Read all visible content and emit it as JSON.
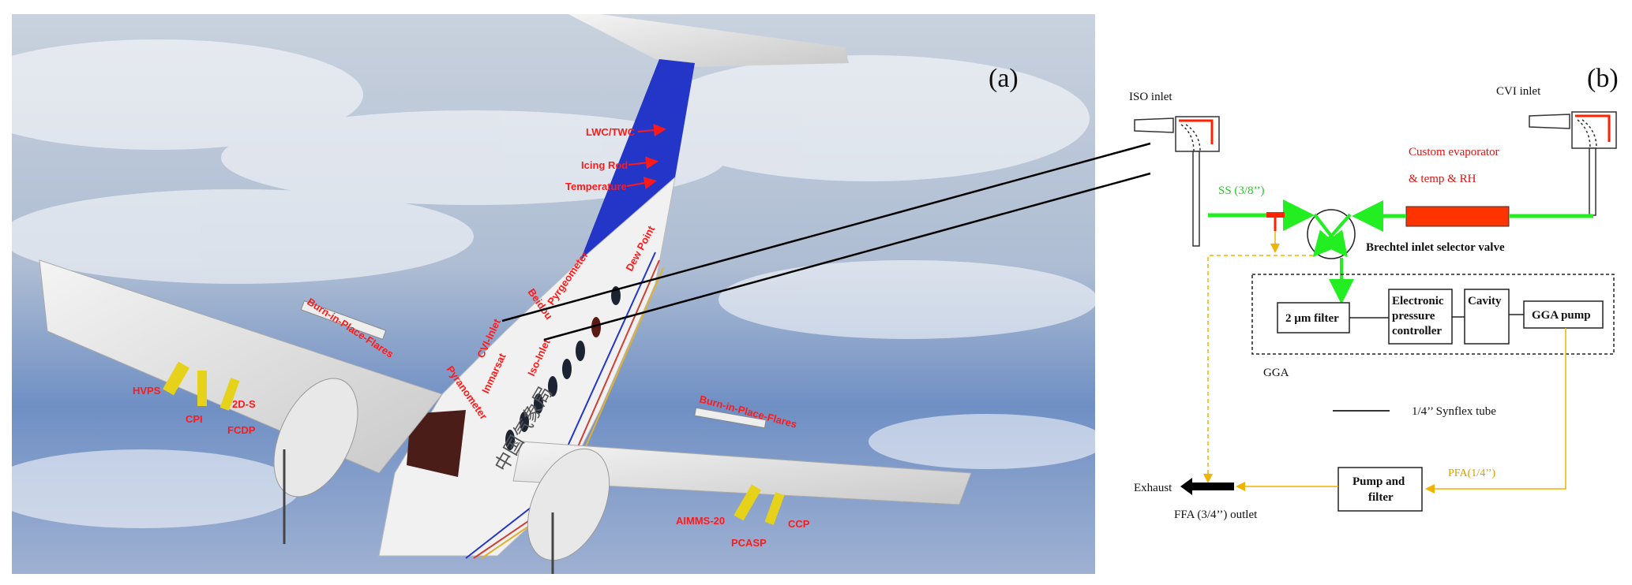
{
  "panel_a": {
    "label": "(a)",
    "aircraft_livery_text": "中国气象局",
    "instruments": {
      "lwc_twc": "LWC/TWC",
      "icing_rod": "Icing Rod",
      "temperature": "Temperature",
      "dew_point": "Dew Point",
      "pyrgeometer": "Pyrgeometer",
      "beidou": "Beidou",
      "cvi_inlet": "CVI-Inlet",
      "iso_inlet": "Iso-Inlet",
      "inmarsat": "Inmarsat",
      "pyranometer": "Pyranometer",
      "flares_left": "Burn-in-Place-Flares",
      "flares_right": "Burn-in-Place-Flares",
      "hvps": "HVPS",
      "two_ds": "2D-S",
      "cpi": "CPI",
      "fcdp": "FCDP",
      "aimms": "AIMMS-20",
      "ccp": "CCP",
      "pcasp": "PCASP"
    }
  },
  "panel_b": {
    "label": "(b)",
    "iso_inlet": "ISO inlet",
    "cvi_inlet": "CVI inlet",
    "evaporator_line1": "Custom evaporator",
    "evaporator_line2": "& temp & RH",
    "ss_tube": "SS (3/8’’)",
    "valve": "Brechtel inlet selector valve",
    "filter": "2 µm filter",
    "epc_line1": "Electronic",
    "epc_line2": "pressure",
    "epc_line3": "controller",
    "cavity": "Cavity",
    "gga_pump": "GGA pump",
    "gga": "GGA",
    "legend_synflex": "1/4’’ Synflex tube",
    "exhaust": "Exhaust",
    "pump_filter_line1": "Pump and",
    "pump_filter_line2": "filter",
    "pfa": "PFA(1/4’’)",
    "ffa_outlet": "FFA (3/4’’)  outlet",
    "colors": {
      "green": "#22ee22",
      "red": "#ff3300",
      "yellow": "#f0b400"
    }
  }
}
